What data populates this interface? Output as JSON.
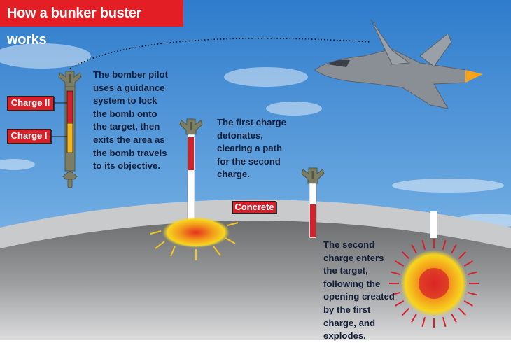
{
  "title": "How a bunker buster works",
  "labels": {
    "charge_2": "Charge II",
    "charge_1": "Charge I",
    "concrete": "Concrete"
  },
  "steps": [
    {
      "text": "The bomber pilot\nuses a guidance\nsystem to lock\nthe bomb onto\nthe target, then\nexits the area as\nthe bomb travels\nto its objective."
    },
    {
      "text": "The first charge\ndetonates,\nclearing a path\nfor the second\ncharge."
    },
    {
      "text": "The second\ncharge enters\nthe target,\nfollowing the\nopening created\nby the first\ncharge, and\nexplodes."
    }
  ],
  "colors": {
    "accent_red": "#e31e24",
    "charge_yellow": "#f2b51c",
    "bomb_gray": "#7b7d64"
  }
}
